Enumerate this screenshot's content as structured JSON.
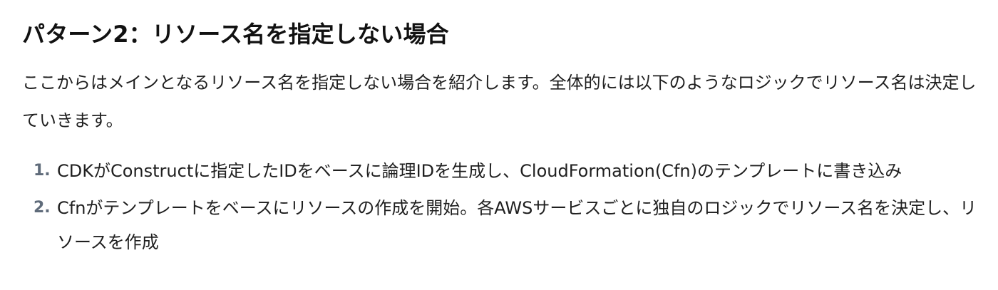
{
  "article": {
    "heading": "パターン2：リソース名を指定しない場合",
    "paragraph": "ここからはメインとなるリソース名を指定しない場合を紹介します。全体的には以下のようなロジックでリソース名は決定していきます。",
    "steps": [
      {
        "number": "1.",
        "text": "CDKがConstructに指定したIDをベースに論理IDを生成し、CloudFormation(Cfn)のテンプレートに書き込み"
      },
      {
        "number": "2.",
        "text": "Cfnがテンプレートをベースにリソースの作成を開始。各AWSサービスごとに独自のロジックでリソース名を決定し、リソースを作成"
      }
    ]
  }
}
